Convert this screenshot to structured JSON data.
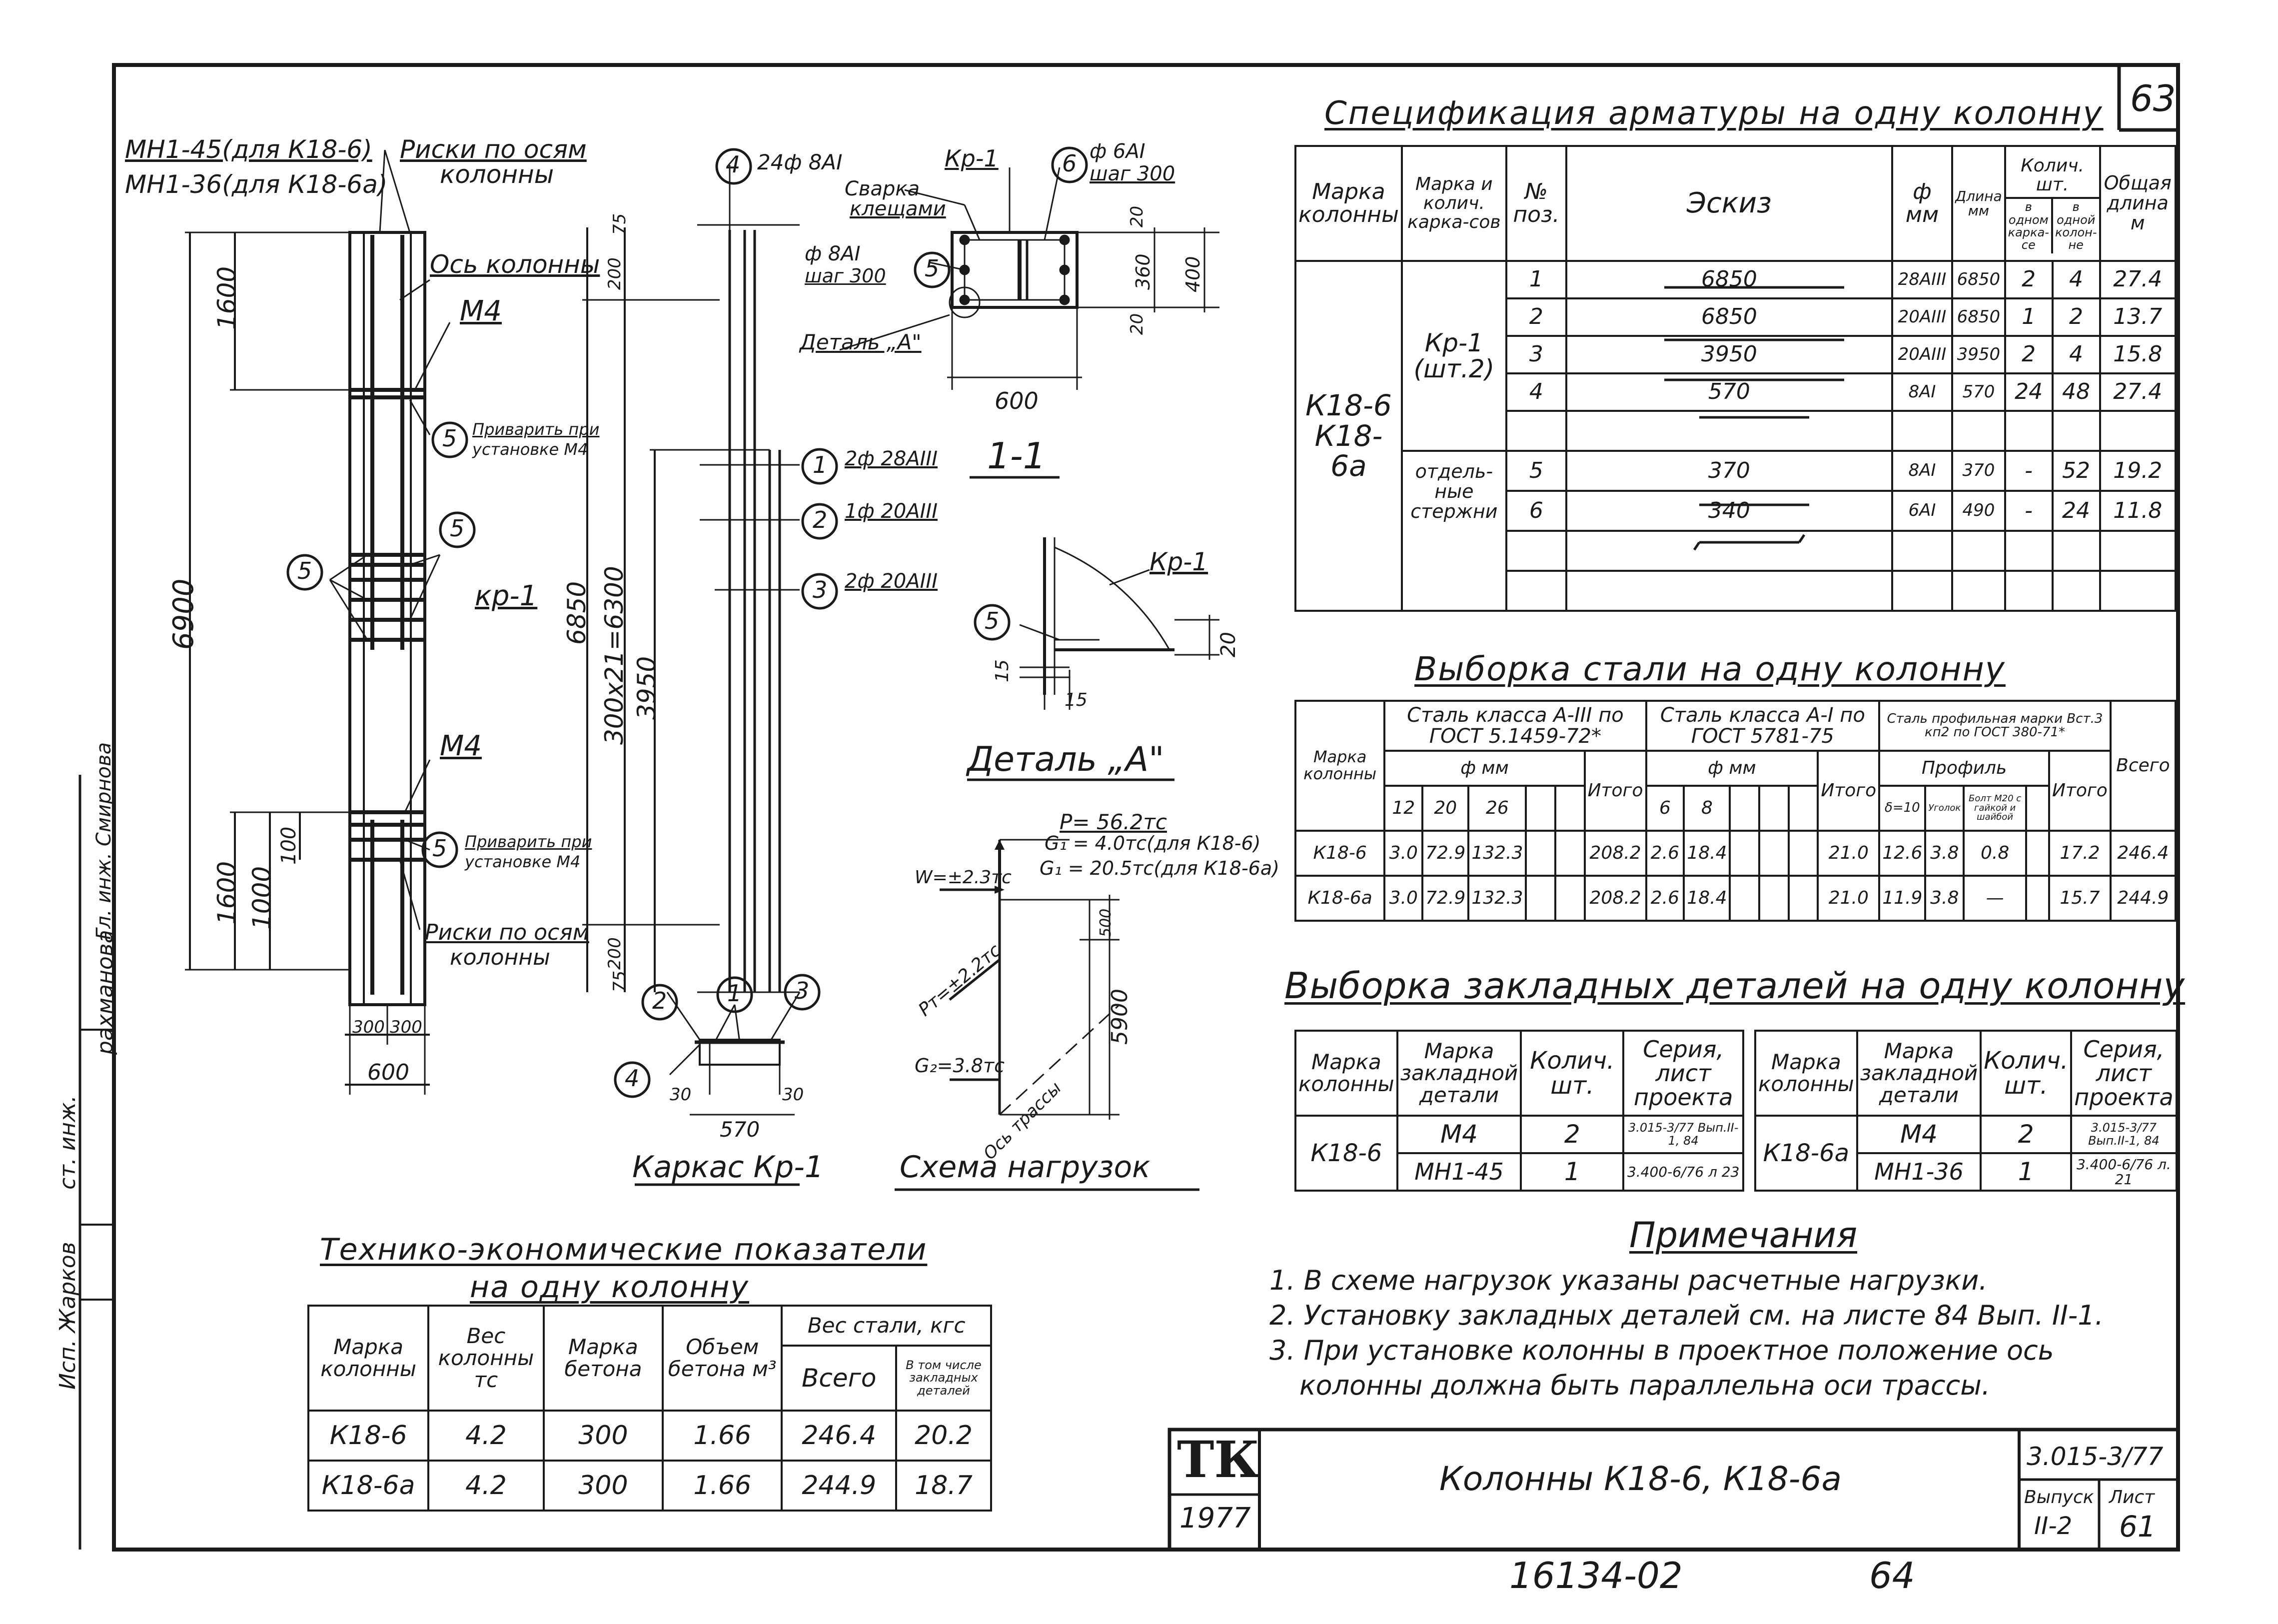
{
  "sheet_number": "63",
  "stamp_number": "16134-02",
  "stamp_page": "64",
  "left_margin": {
    "text_1": "ст. инж.",
    "text_2": "рахманова",
    "text_3": "Гл. инж. Смирнова",
    "text_4": "Исп. Жарков"
  },
  "drawing": {
    "left_label_1": "МН1-45(для К18-6)",
    "left_label_2": "МН1-36(для К18-6а)",
    "marks_top_1": "Риски по осям",
    "marks_top_2": "колонны",
    "axis_label": "Ось колонны",
    "m4_top": "М4",
    "m4_bottom": "М4",
    "weld_1a": "Приварить при",
    "weld_1b": "установке М4",
    "weld_2a": "Приварить при",
    "weld_2b": "установке М4",
    "marks_bot_1": "Риски по осям",
    "marks_bot_2": "колонны",
    "kp1": "кр-1",
    "dim_1600_top": "1600",
    "dim_6900": "6900",
    "dim_1600_bot": "1600",
    "dim_1000": "1000",
    "dim_100": "100",
    "dim_300a": "300",
    "dim_300b": "300",
    "dim_600": "600",
    "bar4": "24ф 8АI",
    "bar1": "2ф 28АIII",
    "bar2": "1ф 20АIII",
    "bar3": "2ф 20АIII",
    "dim_6850": "6850",
    "dim_300x21": "300х21=6300",
    "dim_3950": "3950",
    "dim_75a": "75",
    "dim_75b": "75",
    "dim_200a": "200",
    "dim_200b": "200",
    "dim_570": "570",
    "dim_30a": "30",
    "dim_30b": "30",
    "karkas_title": "Каркас Кр-1",
    "sec_kp1": "Кр-1",
    "sec_weld_1": "Сварка",
    "sec_weld_2": "клещами",
    "sec_bar6_1": "ф 6АI",
    "sec_bar6_2": "шаг 300",
    "sec_bar5_1": "ф 8АI",
    "sec_bar5_2": "шаг 300",
    "sec_detail": "Деталь „А\"",
    "sec_dim_600": "600",
    "sec_dim_360": "360",
    "sec_dim_400": "400",
    "sec_dim_20a": "20",
    "sec_dim_20b": "20",
    "section_title": "1-1",
    "det_kp1": "Кр-1",
    "det_20": "20",
    "det_15a": "15",
    "det_15b": "15",
    "detail_title": "Деталь „А\"",
    "load_p": "P= 56.2тс",
    "load_g1a": "G₁ = 4.0тс(для К18-6)",
    "load_g1b": "G₁ = 20.5тс(для К18-6а)",
    "load_w": "W=±2.3тс",
    "load_pt": "Рт=±2.2тс",
    "load_g2": "G₂=3.8тс",
    "load_500": "500",
    "load_5900": "5900",
    "load_axis": "Ось трассы",
    "load_title": "Схема нагрузок",
    "callouts": [
      "1",
      "2",
      "3",
      "4",
      "5",
      "6"
    ]
  },
  "spec": {
    "title": "Спецификация арматуры на одну колонну",
    "headers": {
      "col_mark": "Марка колонны",
      "frame_mark": "Марка и колич. карка-сов",
      "pos": "№ поз.",
      "sketch": "Эскиз",
      "dia": "ф мм",
      "length": "Длина мм",
      "qty": "Колич. шт.",
      "qty_frame": "в одном карка-се",
      "qty_col": "в одной колон-не",
      "total": "Общая длина м"
    },
    "col_mark_value": "К18-6 К18-6а",
    "frame_1": "Кр-1 (шт.2)",
    "frame_2": "отдель-ные стержни",
    "rows": [
      {
        "pos": "1",
        "sketch": "6850",
        "dia": "28АIII",
        "len": "6850",
        "qf": "2",
        "qc": "4",
        "total": "27.4"
      },
      {
        "pos": "2",
        "sketch": "6850",
        "dia": "20АIII",
        "len": "6850",
        "qf": "1",
        "qc": "2",
        "total": "13.7"
      },
      {
        "pos": "3",
        "sketch": "3950",
        "dia": "20АIII",
        "len": "3950",
        "qf": "2",
        "qc": "4",
        "total": "15.8"
      },
      {
        "pos": "4",
        "sketch": "570",
        "dia": "8АI",
        "len": "570",
        "qf": "24",
        "qc": "48",
        "total": "27.4"
      },
      {
        "pos": "5",
        "sketch": "370",
        "dia": "8АI",
        "len": "370",
        "qf": "-",
        "qc": "52",
        "total": "19.2"
      },
      {
        "pos": "6",
        "sketch": "340",
        "dia": "6АI",
        "len": "490",
        "qf": "-",
        "qc": "24",
        "total": "11.8"
      }
    ]
  },
  "steel": {
    "title": "Выборка стали на одну колонну",
    "h_col": "Марка колонны",
    "h_a3": "Сталь класса А-III по ГОСТ 5.1459-72*",
    "h_a1": "Сталь класса А-I по ГОСТ 5781-75",
    "h_prof": "Сталь профильная марки Вст.3 кп2 по ГОСТ 380-71*",
    "h_fmm_a3": "ф мм",
    "h_fmm_a1": "ф мм",
    "h_profil": "Профиль",
    "h_total": "Итого",
    "h_total_all": "Всего",
    "d12": "12",
    "d20": "20",
    "d26": "26",
    "d6": "6",
    "d8": "8",
    "p1": "δ=10",
    "p2": "Уголок",
    "p3": "Болт М20 с гайкой и шайбой",
    "rows": [
      {
        "col": "К18-6",
        "a12": "3.0",
        "a20": "72.9",
        "a26": "132.3",
        "t1": "208.2",
        "a6": "2.6",
        "a8": "18.4",
        "t2": "21.0",
        "p1": "12.6",
        "p2": "3.8",
        "p3": "0.8",
        "t3": "17.2",
        "all": "246.4"
      },
      {
        "col": "К18-6а",
        "a12": "3.0",
        "a20": "72.9",
        "a26": "132.3",
        "t1": "208.2",
        "a6": "2.6",
        "a8": "18.4",
        "t2": "21.0",
        "p1": "11.9",
        "p2": "3.8",
        "p3": "—",
        "t3": "15.7",
        "all": "244.9"
      }
    ]
  },
  "embedded": {
    "title": "Выборка закладных деталей на одну колонну",
    "h_col": "Марка колонны",
    "h_part": "Марка закладной детали",
    "h_qty": "Колич. шт.",
    "h_series": "Серия, лист проекта",
    "left_col": "К18-6",
    "right_col": "К18-6а",
    "left_rows": [
      {
        "part": "М4",
        "qty": "2",
        "series": "3.015-3/77 Вып.II-1, 84"
      },
      {
        "part": "МН1-45",
        "qty": "1",
        "series": "3.400-6/76 л 23"
      }
    ],
    "right_rows": [
      {
        "part": "М4",
        "qty": "2",
        "series": "3.015-3/77 Вып.II-1, 84"
      },
      {
        "part": "МН1-36",
        "qty": "1",
        "series": "3.400-6/76 л. 21"
      }
    ]
  },
  "tech": {
    "title_1": "Технико-экономические показатели",
    "title_2": "на одну колонну",
    "h_col": "Марка колонны",
    "h_weight": "Вес колонны тс",
    "h_concrete": "Марка бетона",
    "h_volume": "Объем бетона м³",
    "h_steel": "Вес стали, кгс",
    "h_all": "Всего",
    "h_emb": "В том числе закладных деталей",
    "rows": [
      {
        "col": "К18-6",
        "w": "4.2",
        "c": "300",
        "v": "1.66",
        "all": "246.4",
        "emb": "20.2"
      },
      {
        "col": "К18-6а",
        "w": "4.2",
        "c": "300",
        "v": "1.66",
        "all": "244.9",
        "emb": "18.7"
      }
    ]
  },
  "notes": {
    "title": "Примечания",
    "items": [
      "1. В схеме нагрузок указаны расчетные нагрузки.",
      "2. Установку закладных деталей см. на листе 84 Вып. II-1.",
      "3. При установке колонны в проектное положение ось",
      "колонны должна быть параллельна оси трассы."
    ]
  },
  "stamp": {
    "logo": "ТК",
    "year": "1977",
    "title": "Колонны К18-6, К18-6а",
    "series": "3.015-3/77",
    "issue_label": "Выпуск",
    "issue": "II-2",
    "sheet_label": "Лист",
    "sheet": "61"
  }
}
